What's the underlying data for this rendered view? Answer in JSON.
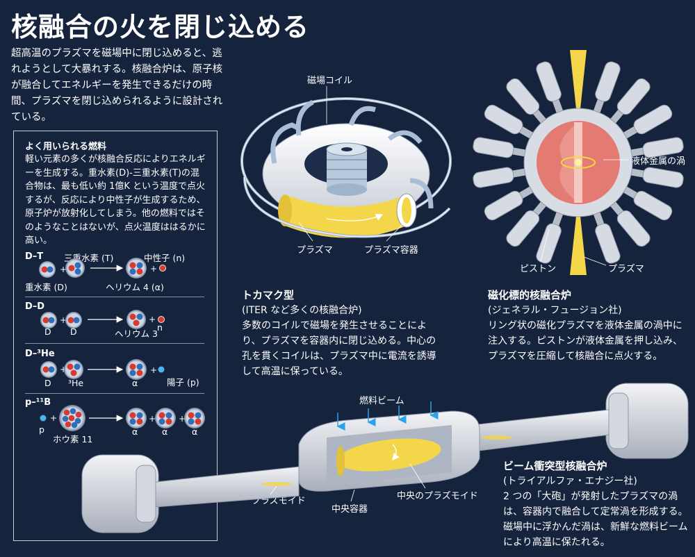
{
  "title": "核融合の火を閉じ込める",
  "intro": "超高温のプラズマを磁場中に閉じ込めると、逃れようとして大暴れする。核融合炉は、原子核が融合してエネルギーを発生できるだけの時間、プラズマを閉じ込められるように設計されている。",
  "fuel": {
    "title": "よく用いられる燃料",
    "body": "軽い元素の多くが核融合反応によりエネルギーを生成する。重水素(D)-三重水素(T)の混合物は、最も低い約 1億K という温度で点火するが、反応により中性子が生成するため、原子炉が放射化してしまう。他の燃料ではそのようなことはないが、点火温度ははるかに高い。",
    "reactions": [
      {
        "title": "D–T",
        "left": "重水素 (D)",
        "mid": "三重水素 (T)",
        "product": "ヘリウム 4 (α)",
        "extra": "中性子 (n)"
      },
      {
        "title": "D–D",
        "left": "D",
        "mid": "D",
        "product": "ヘリウム 3",
        "extra": "n"
      },
      {
        "title": "D–³He",
        "left": "D",
        "mid": "³He",
        "product": "α",
        "extra": "陽子 (p)"
      },
      {
        "title": "p–¹¹B",
        "left": "p",
        "mid": "ホウ素 11",
        "product": "α",
        "extra": "α",
        "extra2": "α"
      }
    ]
  },
  "tokamak": {
    "coil_label": "磁場コイル",
    "plasma_label": "プラズマ",
    "vessel_label": "プラズマ容器",
    "title": "トカマク型",
    "subtitle": "(ITER など多くの核融合炉)",
    "body": "多数のコイルで磁場を発生させることにより、プラズマを容器内に閉じ込める。中心の孔を貫くコイルは、プラズマ中に電流を誘導して高温に保っている。"
  },
  "magnetized": {
    "vortex_label": "液体金属の渦",
    "piston_label": "ピストン",
    "plasma_label": "プラズマ",
    "title": "磁化標的核融合炉",
    "subtitle": "(ジェネラル・フュージョン社)",
    "body": "リング状の磁化プラズマを液体金属の渦中に注入する。ピストンが液体金属を押し込み、プラズマを圧縮して核融合に点火する。"
  },
  "beam": {
    "beam_label": "燃料ビーム",
    "plasmoid_label": "プラズモイド",
    "vessel_label": "中央容器",
    "central_plasmoid_label": "中央のプラズモイド",
    "title": "ビーム衝突型核融合炉",
    "subtitle": "(トライアルファ・エナジー社)",
    "body": "2 つの「大砲」が発射したプラズマの渦は、容器内で融合して定常渦を形成する。磁場中に浮かんだ渦は、新鮮な燃料ビームにより高温に保たれる。"
  },
  "colors": {
    "background": "#15233d",
    "plasma": "#f3d64a",
    "proton": "#d83a2e",
    "neutron": "#2f6fb8",
    "metal": "#e37b73"
  }
}
